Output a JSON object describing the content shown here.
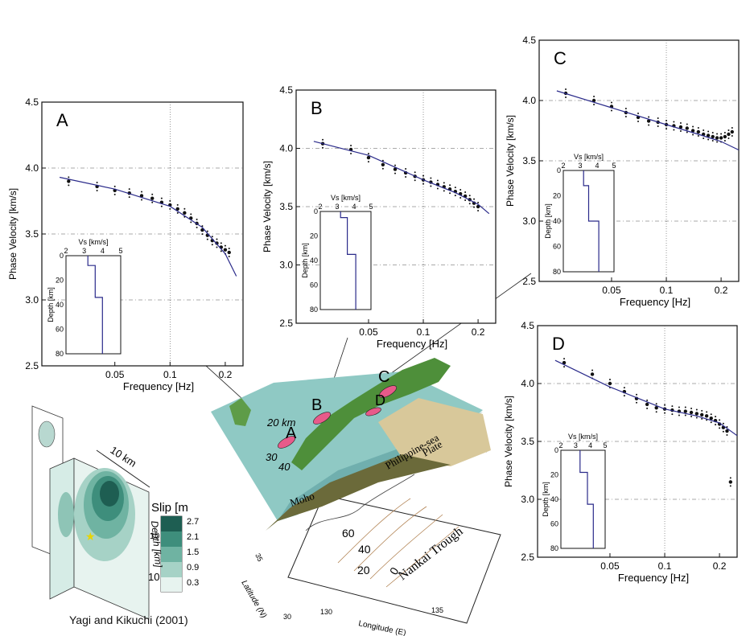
{
  "credit": "Yagi and Kikuchi (2001)",
  "colors": {
    "model_line": "#2a2a8a",
    "points": "#111111",
    "grid": "#555555",
    "slip_dark": "#1e5e52",
    "plate_tan": "#d8c89a",
    "terrain_green": "#4e8f3a",
    "surface_teal": "#8fc9c4",
    "moho_olive": "#6b6a3a",
    "marker_pink": "#e85a8a",
    "contour_brown": "#b08050"
  },
  "common": {
    "xlabel": "Frequency [Hz]",
    "ylabel": "Phase Velocity [km/s]",
    "inset_xlabel": "Vs [km/s]",
    "inset_ylabel": "Depth [km]"
  },
  "chart_data": [
    {
      "type": "scatter",
      "panel": "A",
      "xlim": [
        0.02,
        0.25
      ],
      "ylim": [
        2.5,
        4.5
      ],
      "xticks": [
        "0.05",
        "0.1",
        "0.2"
      ],
      "yticks": [
        "2.5",
        "3.0",
        "3.5",
        "4.0",
        "4.5"
      ],
      "grid": true,
      "series": [
        {
          "kind": "points",
          "x": [
            0.028,
            0.04,
            0.05,
            0.06,
            0.07,
            0.08,
            0.09,
            0.1,
            0.11,
            0.12,
            0.13,
            0.14,
            0.15,
            0.16,
            0.17,
            0.18,
            0.19,
            0.2,
            0.21
          ],
          "y": [
            3.9,
            3.86,
            3.83,
            3.81,
            3.79,
            3.77,
            3.74,
            3.72,
            3.69,
            3.66,
            3.62,
            3.58,
            3.53,
            3.49,
            3.45,
            3.43,
            3.4,
            3.38,
            3.36
          ]
        },
        {
          "kind": "model",
          "x": [
            0.025,
            0.05,
            0.1,
            0.15,
            0.2,
            0.23
          ],
          "y": [
            3.93,
            3.84,
            3.71,
            3.55,
            3.35,
            3.18
          ]
        }
      ],
      "inset": {
        "xticks": [
          "2",
          "3",
          "4",
          "5"
        ],
        "yticks": [
          "0",
          "20",
          "40",
          "60",
          "80"
        ],
        "profile": [
          [
            3.2,
            0
          ],
          [
            3.2,
            8
          ],
          [
            3.6,
            8
          ],
          [
            3.6,
            34
          ],
          [
            4.0,
            34
          ],
          [
            4.0,
            80
          ]
        ]
      }
    },
    {
      "type": "scatter",
      "panel": "B",
      "xlim": [
        0.02,
        0.25
      ],
      "ylim": [
        2.5,
        4.5
      ],
      "xticks": [
        "0.05",
        "0.1",
        "0.2"
      ],
      "yticks": [
        "2.5",
        "3.0",
        "3.5",
        "4.0",
        "4.5"
      ],
      "grid": true,
      "series": [
        {
          "kind": "points",
          "x": [
            0.028,
            0.04,
            0.05,
            0.06,
            0.07,
            0.08,
            0.09,
            0.1,
            0.11,
            0.12,
            0.13,
            0.14,
            0.15,
            0.16,
            0.17,
            0.18,
            0.19,
            0.2
          ],
          "y": [
            4.04,
            3.99,
            3.92,
            3.86,
            3.82,
            3.79,
            3.76,
            3.73,
            3.71,
            3.69,
            3.67,
            3.65,
            3.63,
            3.61,
            3.59,
            3.56,
            3.53,
            3.5
          ]
        },
        {
          "kind": "model",
          "x": [
            0.025,
            0.05,
            0.1,
            0.15,
            0.2,
            0.23
          ],
          "y": [
            4.06,
            3.94,
            3.73,
            3.62,
            3.52,
            3.44
          ]
        }
      ],
      "inset": {
        "xticks": [
          "2",
          "3",
          "4",
          "5"
        ],
        "yticks": [
          "0",
          "20",
          "40",
          "60",
          "80"
        ],
        "profile": [
          [
            3.2,
            0
          ],
          [
            3.2,
            5
          ],
          [
            3.6,
            5
          ],
          [
            3.6,
            35
          ],
          [
            4.1,
            35
          ],
          [
            4.1,
            80
          ]
        ]
      }
    },
    {
      "type": "scatter",
      "panel": "C",
      "xlim": [
        0.02,
        0.25
      ],
      "ylim": [
        2.5,
        4.5
      ],
      "xticks": [
        "0.05",
        "0.1",
        "0.2"
      ],
      "yticks": [
        "2.5",
        "3.0",
        "3.5",
        "4.0",
        "4.5"
      ],
      "grid": true,
      "series": [
        {
          "kind": "points",
          "x": [
            0.028,
            0.04,
            0.05,
            0.06,
            0.07,
            0.08,
            0.09,
            0.1,
            0.11,
            0.12,
            0.13,
            0.14,
            0.15,
            0.16,
            0.17,
            0.18,
            0.19,
            0.2,
            0.21,
            0.22,
            0.23
          ],
          "y": [
            4.06,
            4.0,
            3.95,
            3.9,
            3.86,
            3.83,
            3.82,
            3.8,
            3.79,
            3.78,
            3.77,
            3.75,
            3.74,
            3.72,
            3.71,
            3.7,
            3.69,
            3.69,
            3.7,
            3.72,
            3.74
          ]
        },
        {
          "kind": "model",
          "x": [
            0.025,
            0.05,
            0.1,
            0.15,
            0.2,
            0.25
          ],
          "y": [
            4.08,
            3.94,
            3.8,
            3.72,
            3.66,
            3.59
          ]
        }
      ],
      "inset": {
        "xticks": [
          "2",
          "3",
          "4",
          "5"
        ],
        "yticks": [
          "0",
          "20",
          "40",
          "60",
          "80"
        ],
        "profile": [
          [
            3.2,
            0
          ],
          [
            3.2,
            12
          ],
          [
            3.5,
            12
          ],
          [
            3.5,
            40
          ],
          [
            4.1,
            40
          ],
          [
            4.1,
            80
          ]
        ]
      }
    },
    {
      "type": "scatter",
      "panel": "D",
      "xlim": [
        0.02,
        0.25
      ],
      "ylim": [
        2.5,
        4.5
      ],
      "xticks": [
        "0.05",
        "0.1",
        "0.2"
      ],
      "yticks": [
        "2.5",
        "3.0",
        "3.5",
        "4.0",
        "4.5"
      ],
      "grid": true,
      "series": [
        {
          "kind": "points",
          "x": [
            0.028,
            0.04,
            0.05,
            0.06,
            0.07,
            0.08,
            0.09,
            0.1,
            0.11,
            0.12,
            0.13,
            0.14,
            0.15,
            0.16,
            0.17,
            0.18,
            0.19,
            0.2,
            0.21,
            0.22,
            0.23
          ],
          "y": [
            4.18,
            4.08,
            4.0,
            3.93,
            3.87,
            3.82,
            3.79,
            3.78,
            3.77,
            3.76,
            3.76,
            3.75,
            3.74,
            3.73,
            3.72,
            3.7,
            3.68,
            3.65,
            3.62,
            3.59,
            3.15
          ]
        },
        {
          "kind": "model",
          "x": [
            0.025,
            0.05,
            0.1,
            0.15,
            0.2,
            0.25
          ],
          "y": [
            4.2,
            3.97,
            3.78,
            3.72,
            3.66,
            3.55
          ]
        }
      ],
      "inset": {
        "xticks": [
          "2",
          "3",
          "4",
          "5"
        ],
        "yticks": [
          "0",
          "20",
          "40",
          "60",
          "80"
        ],
        "profile": [
          [
            3.3,
            0
          ],
          [
            3.3,
            18
          ],
          [
            3.8,
            18
          ],
          [
            3.8,
            44
          ],
          [
            4.2,
            44
          ],
          [
            4.2,
            80
          ]
        ]
      }
    }
  ],
  "map3d": {
    "labels": {
      "a": "A",
      "b": "B",
      "c": "C",
      "d": "D"
    },
    "depth_labels": [
      "20 km",
      "30",
      "40"
    ],
    "plate_label_1": "Philippine-sea",
    "plate_label_2": "Plate",
    "moho_label": "Moho",
    "contours": [
      "60",
      "40",
      "20",
      "0"
    ],
    "trough_label": "Nankai Trough",
    "lat_label": "Latitude (N)",
    "lon_label": "Longitude  (E)",
    "lat_tick": "35",
    "lat_tick2": "30",
    "lon_ticks": [
      "130",
      "135"
    ]
  },
  "slip": {
    "scale_label": "10 km",
    "title": "Slip [m",
    "levels": [
      "2.7",
      "2.1",
      "1.5",
      "0.9",
      "0.3"
    ],
    "depth_label": "Depth [km]",
    "depth_tick_a": "10",
    "depth_tick_b": "10"
  }
}
